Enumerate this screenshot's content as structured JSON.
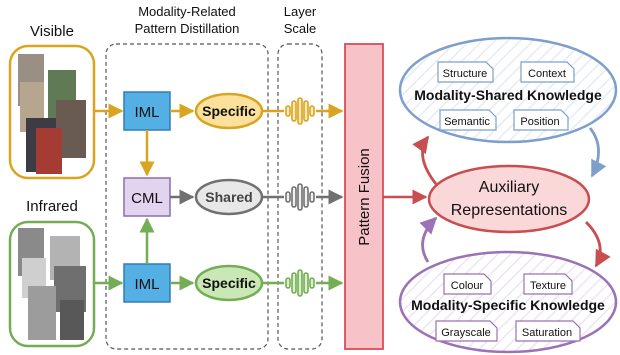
{
  "labels": {
    "visible": "Visible",
    "infrared": "Infrared",
    "mrpd_line1": "Modality-Related",
    "mrpd_line2": "Pattern Distillation",
    "layer_line1": "Layer",
    "layer_line2": "Scale",
    "pattern_fusion": "Pattern Fusion",
    "iml_top": "IML",
    "cml": "CML",
    "iml_bottom": "IML",
    "specific_top": "Specific",
    "shared": "Shared",
    "specific_bottom": "Specific",
    "auxiliary_line1": "Auxiliary",
    "auxiliary_line2": "Representations",
    "shared_knowledge_title": "Modality-Shared Knowledge",
    "specific_knowledge_title": "Modality-Specific Knowledge",
    "shared_tags": [
      "Structure",
      "Context",
      "Semantic",
      "Position"
    ],
    "specific_tags": [
      "Colour",
      "Texture",
      "Grayscale",
      "Saturation"
    ]
  },
  "colors": {
    "visible": "#d9a520",
    "infrared": "#74ad56",
    "cml_gray": "#707070",
    "iml_fill": "#54b0e4",
    "cml_fill": "#e2d3ee",
    "specific_fill": "#fbe19b",
    "specific_green_fill": "#cae7b6",
    "shared_fill": "#e8e8e8",
    "fusion_fill": "#f8c3c8",
    "fusion_stroke": "#d94c58",
    "aux_fill": "#fad7d9",
    "shared_kn_stroke": "#7e9fcc",
    "specific_kn_stroke": "#9b72b5",
    "red_arrow": "#c84e50"
  }
}
